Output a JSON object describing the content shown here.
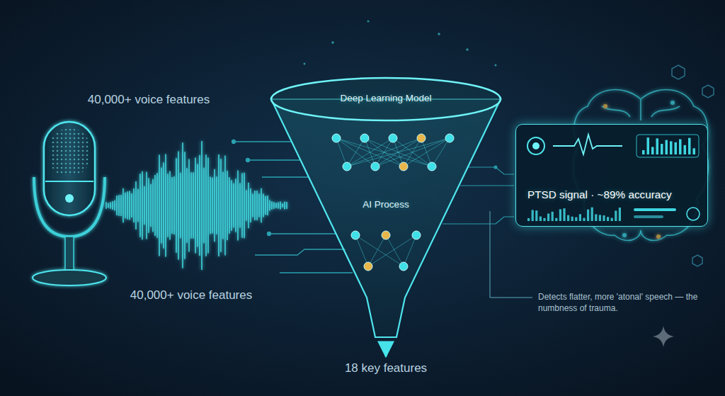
{
  "diagram": {
    "nodes": [
      {
        "text": [
          "Deep Learning Model",
          "AI Process"
        ]
      },
      {
        "text": [
          "PTSD signal · ~89% accuracy"
        ]
      }
    ],
    "edges": [
      {
        "from": 0,
        "to": 1,
        "arrow": "to"
      }
    ],
    "labels": [
      "40,000+ voice features",
      "40,000+ voice features",
      "18 key features",
      "Detects flatter, more 'atonal' speech — the numbness of trauma."
    ]
  }
}
